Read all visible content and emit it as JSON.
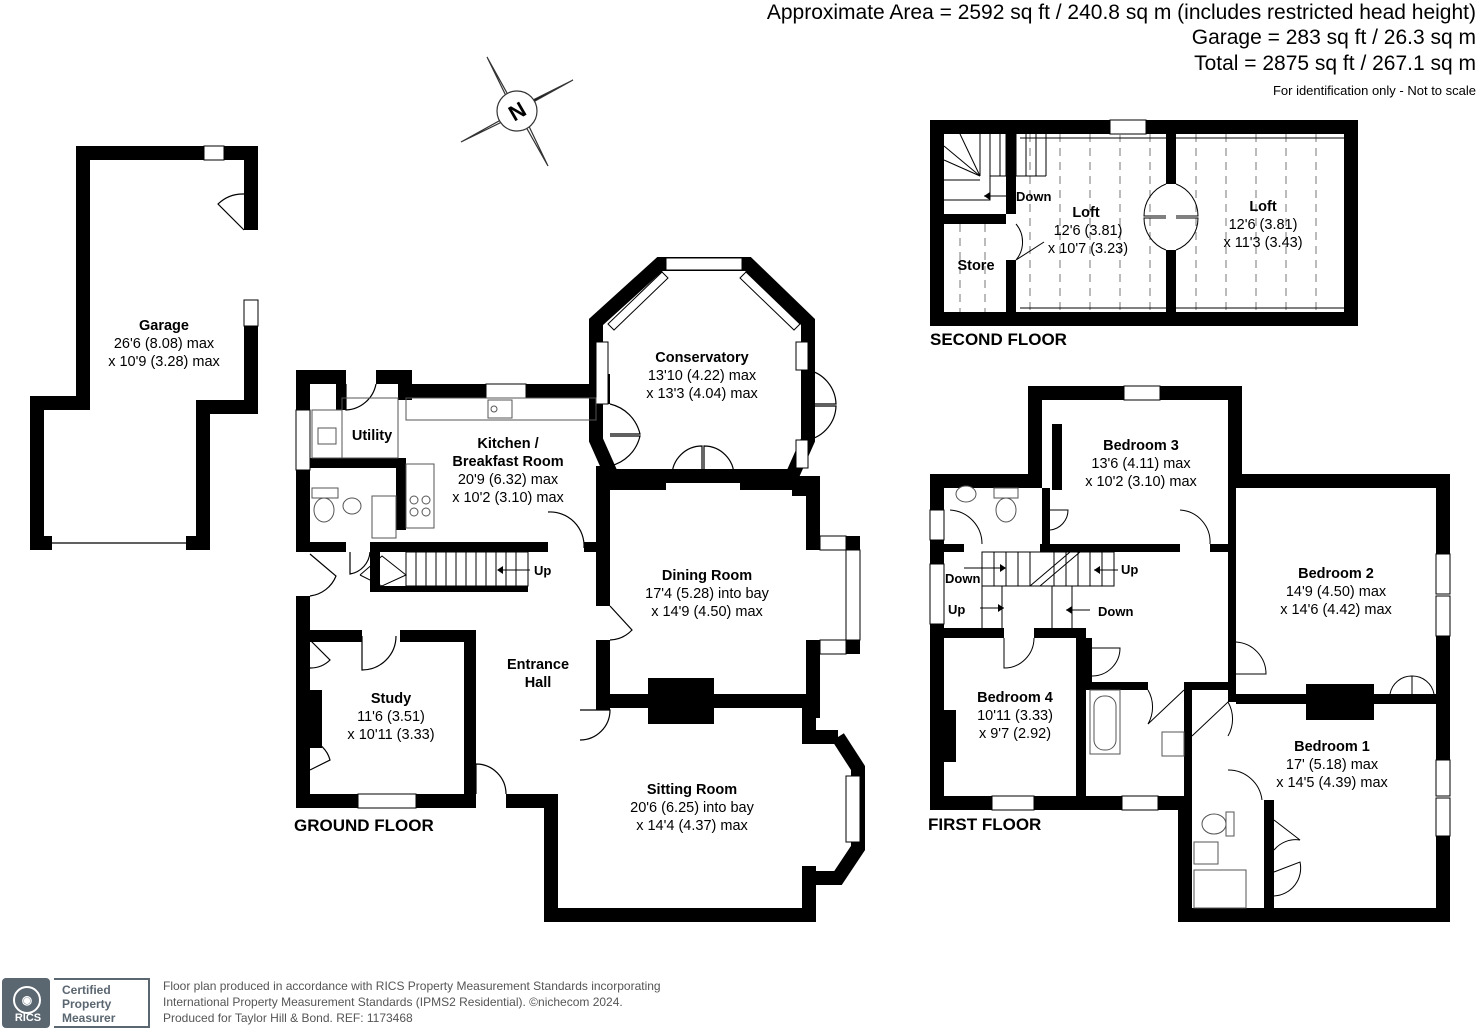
{
  "header": {
    "approx_area": "Approximate Area = 2592 sq ft / 240.8 sq m (includes restricted head height)",
    "garage_area": "Garage = 283 sq ft / 26.3 sq m",
    "total_area": "Total = 2875 sq ft / 267.1 sq m",
    "disclaimer": "For identification only - Not to scale"
  },
  "compass": {
    "letter": "N"
  },
  "floors": {
    "ground": "GROUND FLOOR",
    "first": "FIRST FLOOR",
    "second": "SECOND FLOOR"
  },
  "rooms": {
    "garage": {
      "name": "Garage",
      "dim1": "26'6 (8.08) max",
      "dim2": "x 10'9 (3.28) max"
    },
    "conservatory": {
      "name": "Conservatory",
      "dim1": "13'10 (4.22) max",
      "dim2": "x 13'3 (4.04) max"
    },
    "utility": {
      "name": "Utility"
    },
    "kitchen": {
      "name1": "Kitchen /",
      "name2": "Breakfast Room",
      "dim1": "20'9 (6.32) max",
      "dim2": "x 10'2 (3.10) max"
    },
    "dining": {
      "name": "Dining Room",
      "dim1": "17'4 (5.28) into bay",
      "dim2": "x 14'9 (4.50) max"
    },
    "entrance": {
      "name1": "Entrance",
      "name2": "Hall"
    },
    "study": {
      "name": "Study",
      "dim1": "11'6 (3.51)",
      "dim2": "x 10'11 (3.33)"
    },
    "sitting": {
      "name": "Sitting Room",
      "dim1": "20'6 (6.25) into bay",
      "dim2": "x 14'4 (4.37) max"
    },
    "loft1": {
      "name": "Loft",
      "dim1": "12'6 (3.81)",
      "dim2": "x 10'7 (3.23)"
    },
    "loft2": {
      "name": "Loft",
      "dim1": "12'6 (3.81)",
      "dim2": "x 11'3 (3.43)"
    },
    "store": {
      "name": "Store"
    },
    "bedroom3": {
      "name": "Bedroom 3",
      "dim1": "13'6 (4.11) max",
      "dim2": "x 10'2 (3.10) max"
    },
    "bedroom2": {
      "name": "Bedroom 2",
      "dim1": "14'9 (4.50) max",
      "dim2": "x 14'6 (4.42) max"
    },
    "bedroom4": {
      "name": "Bedroom 4",
      "dim1": "10'11 (3.33)",
      "dim2": "x 9'7 (2.92)"
    },
    "bedroom1": {
      "name": "Bedroom 1",
      "dim1": "17' (5.18) max",
      "dim2": "x 14'5 (4.39) max"
    }
  },
  "stairs": {
    "ground_up": "Up",
    "second_down": "Down",
    "first_up": "Up",
    "first_down_left": "Down",
    "first_up_left": "Up",
    "first_down_mid": "Down"
  },
  "footer": {
    "line1": "Floor plan produced in accordance with RICS Property Measurement Standards incorporating",
    "line2": "International Property Measurement Standards (IPMS2 Residential).  ©nichecom 2024.",
    "line3": "Produced for Taylor Hill & Bond.   REF: 1173468",
    "badge_org": "RICS",
    "badge_line1": "Certified",
    "badge_line2": "Property",
    "badge_line3": "Measurer"
  },
  "colors": {
    "wall": "#000000",
    "fixture": "#555555",
    "badge": "#5a6670"
  }
}
